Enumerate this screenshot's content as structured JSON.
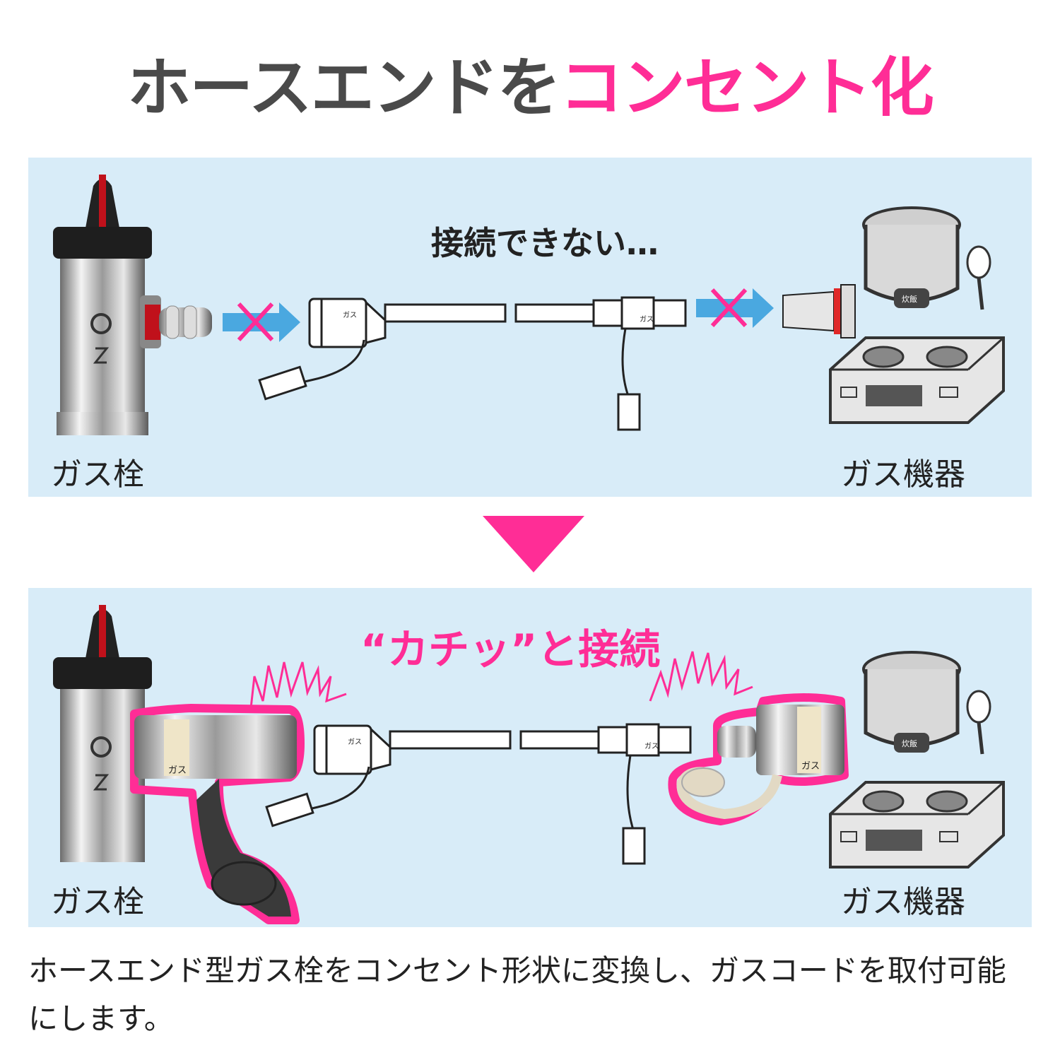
{
  "title": {
    "part1": "ホースエンドを",
    "part2": "コンセント化"
  },
  "top_panel": {
    "message": "接続できない…",
    "left_label": "ガス栓",
    "right_label": "ガス機器",
    "plug_label": "ガス",
    "rice_cooker_label": "炊飯"
  },
  "bottom_panel": {
    "message": "“カチッ”と接続",
    "left_label": "ガス栓",
    "right_label": "ガス機器",
    "plug_label": "ガス",
    "rice_cooker_label": "炊飯",
    "adapter_left_text": "ガス",
    "adapter_right_text": "ガス"
  },
  "description": "ホースエンド型ガス栓をコンセント形状に変換し、ガスコードを取付可能にします。",
  "colors": {
    "pink": "#ff2d96",
    "panel": "#d8ecf8",
    "title_gray": "#4a4a4a",
    "arrow_blue": "#4aa8e0"
  }
}
